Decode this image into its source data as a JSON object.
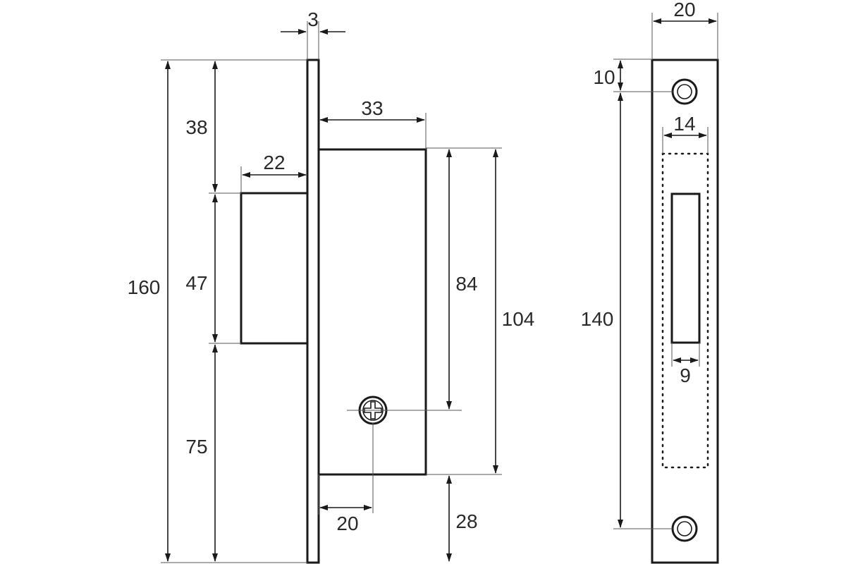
{
  "dimensions": {
    "faceplate_thickness": "3",
    "total_height_side": "160",
    "top_to_bolt": "38",
    "bolt_height": "47",
    "bolt_to_bottom": "75",
    "bolt_projection": "22",
    "case_depth": "33",
    "case_to_cylinder": "84",
    "case_height": "104",
    "cylinder_to_bottom": "28",
    "backset": "20",
    "faceplate_width": "20",
    "top_to_screw": "10",
    "screw_spacing": "140",
    "case_width_front": "14",
    "bolt_slot_width": "9"
  },
  "colors": {
    "line": "#1a1a1a",
    "text": "#2a2a2a"
  }
}
